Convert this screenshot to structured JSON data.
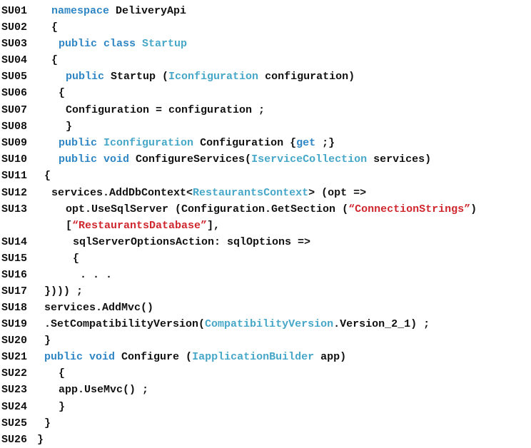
{
  "colors": {
    "keyword": "#2f86c4",
    "type": "#46a7c8",
    "string": "#d0272e",
    "text": "#111111"
  },
  "lines": [
    {
      "num": "SU01",
      "tokens": [
        {
          "t": "kw",
          "v": "namespace"
        },
        {
          "t": "pl",
          "v": " DeliveryApi"
        }
      ]
    },
    {
      "num": "SU02",
      "tokens": [
        {
          "t": "pl",
          "v": "{"
        }
      ]
    },
    {
      "num": "SU03",
      "tokens": [
        {
          "t": "kw",
          "v": "public class"
        },
        {
          "t": "pl",
          "v": " "
        },
        {
          "t": "typ",
          "v": "Startup"
        }
      ]
    },
    {
      "num": "SU04",
      "tokens": [
        {
          "t": "pl",
          "v": "{"
        }
      ]
    },
    {
      "num": "SU05",
      "tokens": [
        {
          "t": "kw",
          "v": "public"
        },
        {
          "t": "pl",
          "v": " Startup ("
        },
        {
          "t": "typ",
          "v": "Iconfiguration"
        },
        {
          "t": "pl",
          "v": " configuration)"
        }
      ]
    },
    {
      "num": "SU06",
      "tokens": [
        {
          "t": "pl",
          "v": "{"
        }
      ]
    },
    {
      "num": "SU07",
      "tokens": [
        {
          "t": "pl",
          "v": "Configuration = configuration ;"
        }
      ]
    },
    {
      "num": "SU08",
      "tokens": [
        {
          "t": "pl",
          "v": "}"
        }
      ]
    },
    {
      "num": "SU09",
      "tokens": [
        {
          "t": "kw",
          "v": "public"
        },
        {
          "t": "pl",
          "v": " "
        },
        {
          "t": "typ",
          "v": "Iconfiguration"
        },
        {
          "t": "pl",
          "v": " Configuration {"
        },
        {
          "t": "kw",
          "v": "get"
        },
        {
          "t": "pl",
          "v": " ;}"
        }
      ]
    },
    {
      "num": "SU10",
      "tokens": [
        {
          "t": "kw",
          "v": "public void"
        },
        {
          "t": "pl",
          "v": " ConfigureServices("
        },
        {
          "t": "typ",
          "v": "IserviceCollection"
        },
        {
          "t": "pl",
          "v": " services)"
        }
      ]
    },
    {
      "num": "SU11",
      "tokens": [
        {
          "t": "pl",
          "v": "{"
        }
      ]
    },
    {
      "num": "SU12",
      "tokens": [
        {
          "t": "pl",
          "v": "services.AddDbContext<"
        },
        {
          "t": "typ",
          "v": "RestaurantsContext"
        },
        {
          "t": "pl",
          "v": "> (opt =>"
        }
      ]
    },
    {
      "num": "SU13",
      "tokens": [
        {
          "t": "pl",
          "v": "opt.UseSqlServer (Configuration.GetSection ("
        },
        {
          "t": "str",
          "v": "“ConnectionStrings”"
        },
        {
          "t": "pl",
          "v": ")"
        }
      ]
    },
    {
      "num": "",
      "tokens": [
        {
          "t": "pl",
          "v": "["
        },
        {
          "t": "str",
          "v": "“RestaurantsDatabase”"
        },
        {
          "t": "pl",
          "v": "],"
        }
      ]
    },
    {
      "num": "SU14",
      "tokens": [
        {
          "t": "pl",
          "v": "sqlServerOptionsAction: sqlOptions =>"
        }
      ]
    },
    {
      "num": "SU15",
      "tokens": [
        {
          "t": "pl",
          "v": "{"
        }
      ]
    },
    {
      "num": "SU16",
      "tokens": [
        {
          "t": "pl",
          "v": ". . ."
        }
      ]
    },
    {
      "num": "SU17",
      "tokens": [
        {
          "t": "pl",
          "v": "}))) ;"
        }
      ]
    },
    {
      "num": "SU18",
      "tokens": [
        {
          "t": "pl",
          "v": "services.AddMvc()"
        }
      ]
    },
    {
      "num": "SU19",
      "tokens": [
        {
          "t": "pl",
          "v": ".SetCompatibilityVersion("
        },
        {
          "t": "typ",
          "v": "CompatibilityVersion"
        },
        {
          "t": "pl",
          "v": ".Version_2_1) ;"
        }
      ]
    },
    {
      "num": "SU20",
      "tokens": [
        {
          "t": "pl",
          "v": "}"
        }
      ]
    },
    {
      "num": "SU21",
      "tokens": [
        {
          "t": "kw",
          "v": "public void"
        },
        {
          "t": "pl",
          "v": " Configure ("
        },
        {
          "t": "typ",
          "v": "IapplicationBuilder"
        },
        {
          "t": "pl",
          "v": " app)"
        }
      ]
    },
    {
      "num": "SU22",
      "tokens": [
        {
          "t": "pl",
          "v": "{"
        }
      ]
    },
    {
      "num": "SU23",
      "tokens": [
        {
          "t": "pl",
          "v": "app.UseMvc() ;"
        }
      ]
    },
    {
      "num": "SU24",
      "tokens": [
        {
          "t": "pl",
          "v": "}"
        }
      ]
    },
    {
      "num": "SU25",
      "tokens": [
        {
          "t": "pl",
          "v": "}"
        }
      ]
    },
    {
      "num": "SU26",
      "tokens": [
        {
          "t": "pl",
          "v": "}"
        }
      ]
    }
  ]
}
